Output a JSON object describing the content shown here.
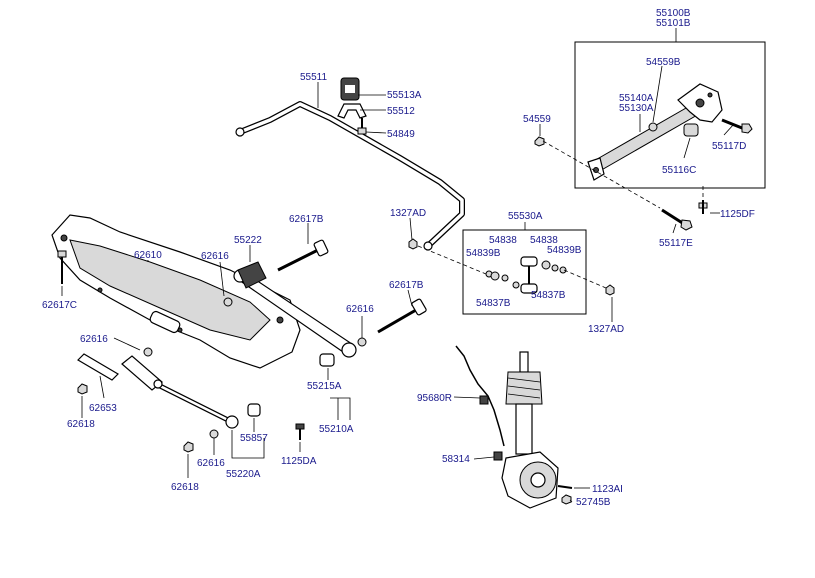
{
  "labels": {
    "p55100B": "55100B",
    "p55101B": "55101B",
    "p54559B": "54559B",
    "p55140A": "55140A",
    "p55130A": "55130A",
    "p54559": "54559",
    "p55117D": "55117D",
    "p55116C": "55116C",
    "p1125DF": "1125DF",
    "p55117E": "55117E",
    "p55511": "55511",
    "p55513A": "55513A",
    "p55512": "55512",
    "p54849": "54849",
    "p1327AD_top": "1327AD",
    "p55530A": "55530A",
    "p54838_a": "54838",
    "p54838_b": "54838",
    "p54839B_a": "54839B",
    "p54839B_b": "54839B",
    "p54837B_a": "54837B",
    "p54837B_b": "54837B",
    "p1327AD_bot": "1327AD",
    "p62617B_top": "62617B",
    "p55222": "55222",
    "p62610": "62610",
    "p62616_a": "62616",
    "p62617C": "62617C",
    "p62617B_mid": "62617B",
    "p62616_b": "62616",
    "p62616_c": "62616",
    "p55215A": "55215A",
    "p55210A": "55210A",
    "p62653": "62653",
    "p62618_a": "62618",
    "p55857": "55857",
    "p62616_d": "62616",
    "p55220A": "55220A",
    "p62618_b": "62618",
    "p1125DA": "1125DA",
    "p95680R": "95680R",
    "p58314": "58314",
    "p1123AI": "1123AI",
    "p52745B": "52745B"
  }
}
